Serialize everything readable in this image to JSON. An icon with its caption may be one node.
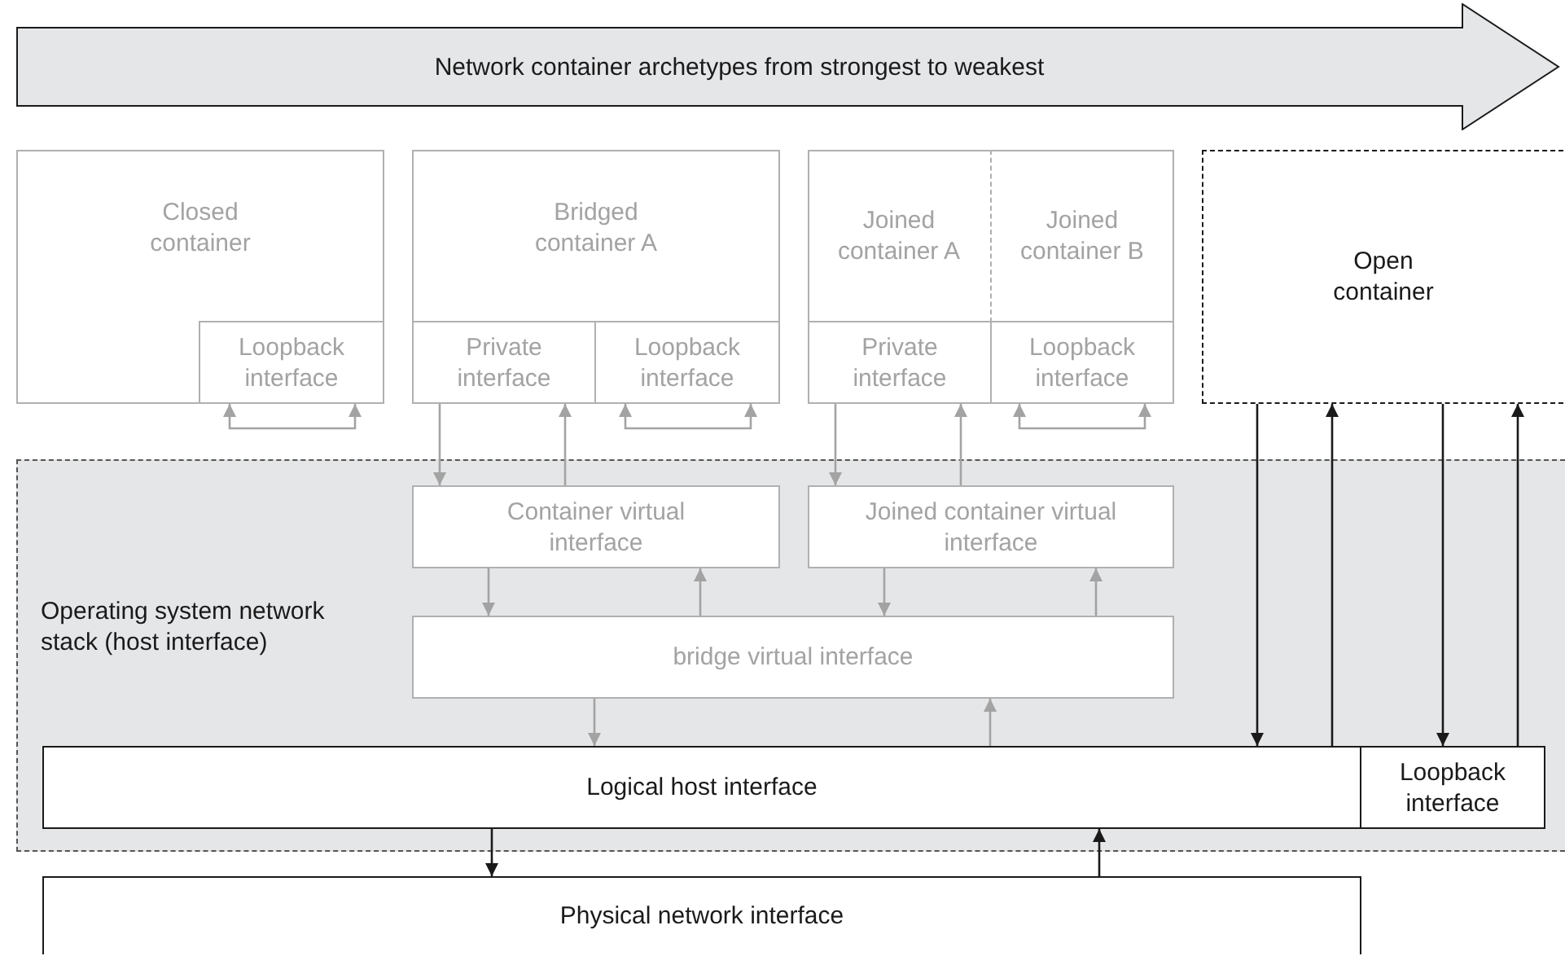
{
  "diagram": {
    "nodes": [
      {
        "text": [
          "Network container archetypes from strongest to weakest"
        ]
      },
      {
        "text": [
          "Closed container"
        ]
      },
      {
        "text": [
          "Loopback interface"
        ],
        "in": 1
      },
      {
        "text": [
          "Bridged container A"
        ]
      },
      {
        "text": [
          "Private interface"
        ],
        "in": 3
      },
      {
        "text": [
          "Loopback interface"
        ],
        "in": 3
      },
      {
        "text": [],
        "shape": "box"
      },
      {
        "text": [
          "Joined container A"
        ],
        "in": 6
      },
      {
        "text": [
          "Joined container B"
        ],
        "in": 6
      },
      {
        "text": [
          "Private interface"
        ],
        "in": 6
      },
      {
        "text": [
          "Loopback interface"
        ],
        "in": 6
      },
      {
        "text": [
          "Open container"
        ]
      },
      {
        "text": [
          "Operating system network stack (host interface)"
        ]
      },
      {
        "text": [
          "Container virtual interface"
        ],
        "in": 12
      },
      {
        "text": [
          "Joined container virtual interface"
        ],
        "in": 12
      },
      {
        "text": [
          "bridge virtual interface"
        ],
        "in": 12
      },
      {
        "text": [
          "Logical host interface"
        ],
        "in": 12
      },
      {
        "text": [
          "Loopback interface"
        ],
        "in": 12
      },
      {
        "text": [
          "Physical network interface"
        ]
      }
    ],
    "edges": [
      {
        "from": 2,
        "to": 2,
        "arrow": "both"
      },
      {
        "from": 5,
        "to": 5,
        "arrow": "both"
      },
      {
        "from": 10,
        "to": 10,
        "arrow": "both"
      },
      {
        "from": 4,
        "to": 13,
        "arrow": "to"
      },
      {
        "from": 13,
        "to": 4,
        "arrow": "to"
      },
      {
        "from": 9,
        "to": 14,
        "arrow": "to"
      },
      {
        "from": 14,
        "to": 9,
        "arrow": "to"
      },
      {
        "from": 13,
        "to": 15,
        "arrow": "to"
      },
      {
        "from": 15,
        "to": 13,
        "arrow": "to"
      },
      {
        "from": 14,
        "to": 15,
        "arrow": "to"
      },
      {
        "from": 15,
        "to": 14,
        "arrow": "to"
      },
      {
        "from": 15,
        "to": 16,
        "arrow": "to"
      },
      {
        "from": 16,
        "to": 15,
        "arrow": "to"
      },
      {
        "from": 11,
        "to": 16,
        "arrow": "to",
        "color": "#1a1a1a"
      },
      {
        "from": 16,
        "to": 11,
        "arrow": "to",
        "color": "#1a1a1a"
      },
      {
        "from": 11,
        "to": 17,
        "arrow": "to",
        "color": "#1a1a1a"
      },
      {
        "from": 17,
        "to": 11,
        "arrow": "to",
        "color": "#1a1a1a"
      },
      {
        "from": 16,
        "to": 18,
        "arrow": "to",
        "color": "#1a1a1a"
      },
      {
        "from": 18,
        "to": 16,
        "arrow": "to",
        "color": "#1a1a1a"
      }
    ]
  }
}
